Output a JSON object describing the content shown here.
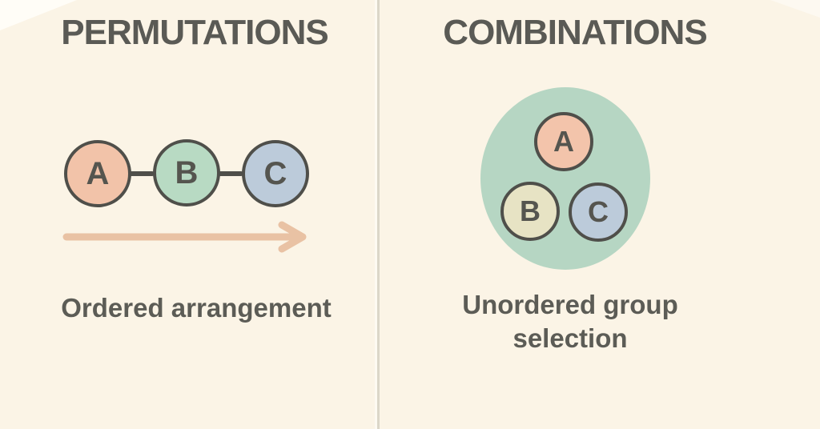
{
  "left_panel": {
    "title": "PERMUTATIONS",
    "caption": "Ordered arrangement",
    "nodes": [
      {
        "label": "A",
        "fill": "#f2c3a9"
      },
      {
        "label": "B",
        "fill": "#b8dac3"
      },
      {
        "label": "C",
        "fill": "#bccbda"
      }
    ],
    "arrow_icon": "arrow-right",
    "arrow_color": "#e9c2a4"
  },
  "right_panel": {
    "title": "COMBINATIONS",
    "caption_line1": "Unordered group",
    "caption_line2": "selection",
    "group_circle_color": "#b6d6c3",
    "nodes": [
      {
        "label": "A",
        "fill": "#f3c4ab"
      },
      {
        "label": "B",
        "fill": "#e7e3c4"
      },
      {
        "label": "C",
        "fill": "#bccbda"
      }
    ]
  },
  "colors": {
    "background": "#fbf4e6",
    "text": "#5a5a55",
    "circle_border": "#4f4f4a",
    "divider": "#dbd6c8"
  }
}
